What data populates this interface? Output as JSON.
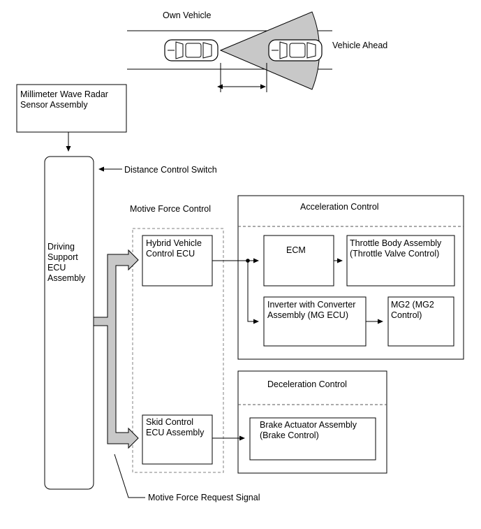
{
  "labels": {
    "own_vehicle": "Own Vehicle",
    "vehicle_ahead": "Vehicle Ahead",
    "radar_sensor": "Millimeter Wave Radar Sensor Assembly",
    "distance_control_switch": "Distance Control Switch",
    "driving_support_ecu": "Driving Support ECU Assembly",
    "motive_force_control": "Motive Force Control",
    "acceleration_control": "Acceleration Control",
    "hybrid_vehicle_ecu": "Hybrid Vehicle Control ECU",
    "ecm": "ECM",
    "throttle_body": "Throttle Body Assembly (Throttle Valve Control)",
    "inverter": "Inverter with Converter Assembly (MG ECU)",
    "mg2": "MG2 (MG2 Control)",
    "deceleration_control": "Deceleration Control",
    "skid_control_ecu": "Skid Control ECU Assembly",
    "brake_actuator": "Brake Actuator Assembly (Brake Control)",
    "motive_force_request_signal": "Motive Force Request Signal"
  },
  "colors": {
    "line": "#000000",
    "radar_beam": "#c8c8c8",
    "signal_arrow": "#c8c8c8",
    "dashed_box": "#808080"
  }
}
